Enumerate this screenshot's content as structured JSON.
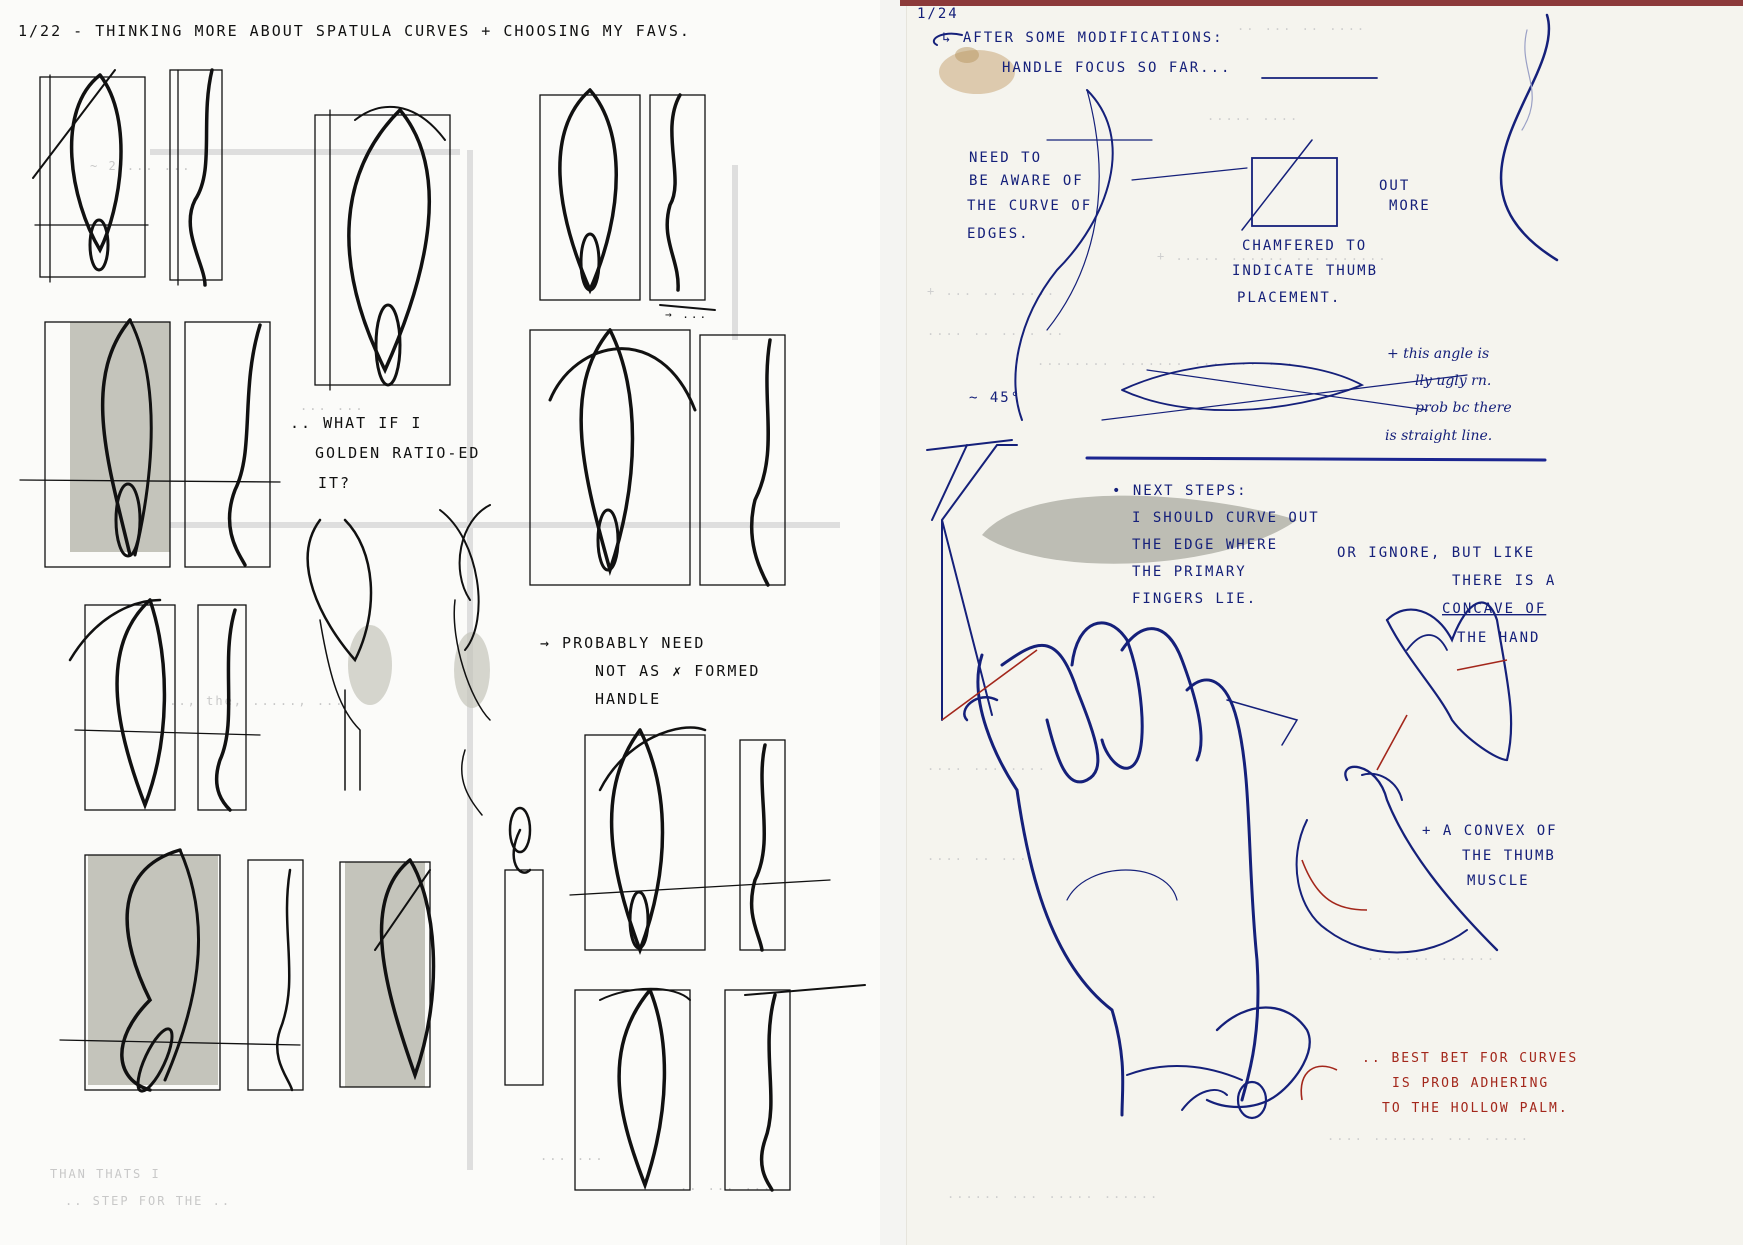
{
  "left_sheet": {
    "header": "1/22 - THINKING MORE ABOUT SPATULA CURVES + CHOOSING MY FAVS.",
    "note_golden_ratio": [
      ".. WHAT IF I",
      "GOLDEN RATIO-ED",
      "IT?"
    ],
    "note_handle": [
      "→ PROBABLY NEED",
      "NOT AS ✗ FORMED",
      "HANDLE"
    ],
    "note_small_arrow": "→ ..."
  },
  "right_sheet": {
    "header_date": "1/24",
    "header_note": [
      "↳ AFTER SOME MODIFICATIONS:",
      "HANDLE FOCUS SO FAR..."
    ],
    "note_edges": [
      "NEED TO",
      "BE AWARE OF",
      "THE CURVE OF",
      "EDGES."
    ],
    "note_chamfered": [
      "CHAMFERED TO",
      "INDICATE THUMB",
      "PLACEMENT."
    ],
    "note_out_more": [
      "OUT",
      "MORE"
    ],
    "note_angle": [
      "+ this angle is",
      "lly ugly rn.",
      "prob bc there",
      "is straight line."
    ],
    "note_45": "~ 45°",
    "note_next_steps": [
      "• NEXT STEPS:",
      "I SHOULD CURVE OUT",
      "THE EDGE WHERE",
      "THE PRIMARY",
      "FINGERS LIE."
    ],
    "note_concave": [
      "OR IGNORE, BUT LIKE",
      "THERE IS A",
      "CONCAVE OF",
      "THE HAND"
    ],
    "note_convex": [
      "+ A CONVEX OF",
      "THE THUMB",
      "MUSCLE"
    ],
    "note_best_bet": [
      ".. BEST BET FOR CURVES",
      "IS PROB ADHERING",
      "TO THE HOLLOW PALM."
    ]
  },
  "colors": {
    "ink_black": "#111111",
    "ink_blue": "#15207a",
    "ink_red": "#a3271b",
    "marker_grey": "#bdbdb4",
    "left_paper": "#fbfbf9",
    "right_paper": "#f5f4ee",
    "edge_red": "#8c3a3a"
  }
}
